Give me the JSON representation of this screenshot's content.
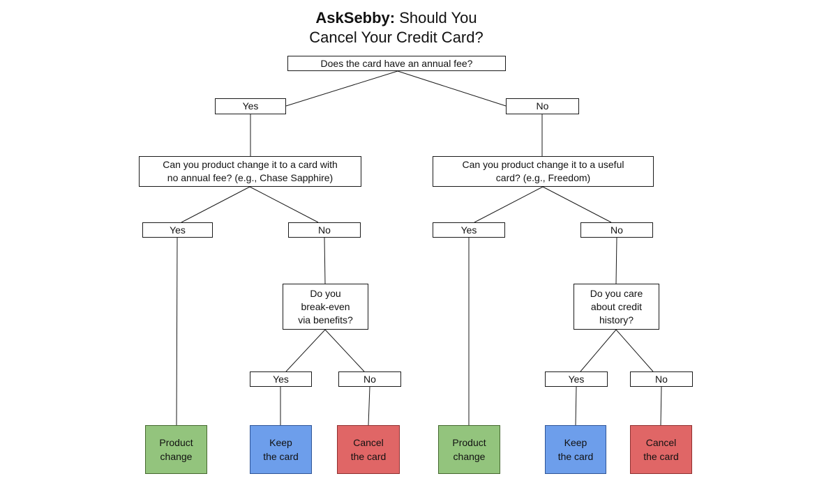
{
  "title": {
    "brand": "AskSebby:",
    "line1_rest": " Should You",
    "line2": "Cancel Your Credit Card?"
  },
  "nodes": {
    "root": "Does the card have an annual fee?",
    "yes_annual": "Yes",
    "no_annual": "No",
    "q_pc_no_fee": "Can you product change it to a card with\nno annual fee? (e.g., Chase Sapphire)",
    "q_pc_useful": "Can you product change it to a useful\ncard? (e.g., Freedom)",
    "yes_pc_left": "Yes",
    "no_pc_left": "No",
    "yes_pc_right": "Yes",
    "no_pc_right": "No",
    "q_breakeven": "Do you\nbreak-even\nvia benefits?",
    "q_credit_history": "Do you care\nabout credit\nhistory?",
    "yes_breakeven": "Yes",
    "no_breakeven": "No",
    "yes_history": "Yes",
    "no_history": "No",
    "leaf_product_change_left": "Product\nchange",
    "leaf_keep_left": "Keep\nthe card",
    "leaf_cancel_left": "Cancel\nthe card",
    "leaf_product_change_right": "Product\nchange",
    "leaf_keep_right": "Keep\nthe card",
    "leaf_cancel_right": "Cancel\nthe card"
  },
  "colors": {
    "product_change_fill": "#93c47d",
    "product_change_border": "#45682f",
    "keep_fill": "#6d9eeb",
    "keep_border": "#2f5597",
    "cancel_fill": "#e06666",
    "cancel_border": "#8f2f2f"
  },
  "edges": [
    [
      "root",
      "yes_annual"
    ],
    [
      "root",
      "no_annual"
    ],
    [
      "yes_annual",
      "q_pc_no_fee"
    ],
    [
      "no_annual",
      "q_pc_useful"
    ],
    [
      "q_pc_no_fee",
      "yes_pc_left"
    ],
    [
      "q_pc_no_fee",
      "no_pc_left"
    ],
    [
      "q_pc_useful",
      "yes_pc_right"
    ],
    [
      "q_pc_useful",
      "no_pc_right"
    ],
    [
      "yes_pc_left",
      "leaf_product_change_left"
    ],
    [
      "no_pc_left",
      "q_breakeven"
    ],
    [
      "yes_pc_right",
      "leaf_product_change_right"
    ],
    [
      "no_pc_right",
      "q_credit_history"
    ],
    [
      "q_breakeven",
      "yes_breakeven"
    ],
    [
      "q_breakeven",
      "no_breakeven"
    ],
    [
      "q_credit_history",
      "yes_history"
    ],
    [
      "q_credit_history",
      "no_history"
    ],
    [
      "yes_breakeven",
      "leaf_keep_left"
    ],
    [
      "no_breakeven",
      "leaf_cancel_left"
    ],
    [
      "yes_history",
      "leaf_keep_right"
    ],
    [
      "no_history",
      "leaf_cancel_right"
    ]
  ]
}
